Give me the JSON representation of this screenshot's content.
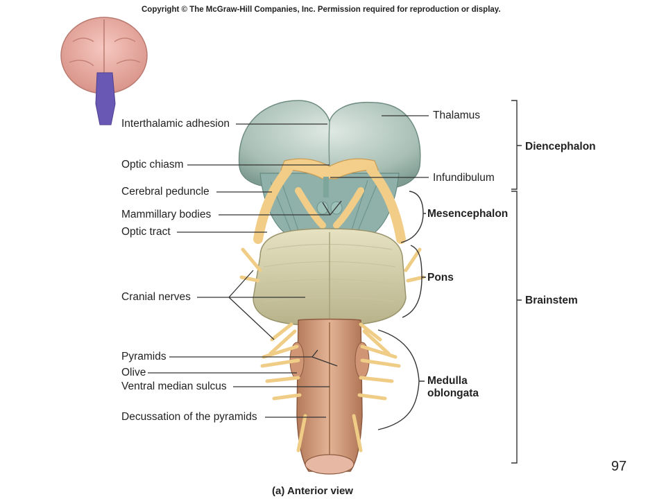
{
  "copyright": "Copyright © The McGraw-Hill Companies, Inc. Permission required for reproduction or display.",
  "caption": "(a) Anterior view",
  "page_number": "97",
  "left_labels": {
    "interthalamic_adhesion": "Interthalamic adhesion",
    "optic_chiasm": "Optic chiasm",
    "cerebral_peduncle": "Cerebral peduncle",
    "mammillary_bodies": "Mammillary bodies",
    "optic_tract": "Optic tract",
    "cranial_nerves": "Cranial nerves",
    "pyramids": "Pyramids",
    "olive": "Olive",
    "ventral_median_sulcus": "Ventral median sulcus",
    "decussation": "Decussation of the pyramids"
  },
  "right_labels": {
    "thalamus": "Thalamus",
    "infundibulum": "Infundibulum"
  },
  "regions": {
    "diencephalon": "Diencephalon",
    "mesencephalon": "Mesencephalon",
    "pons": "Pons",
    "brainstem": "Brainstem",
    "medulla_line1": "Medulla",
    "medulla_line2": "oblongata"
  }
}
